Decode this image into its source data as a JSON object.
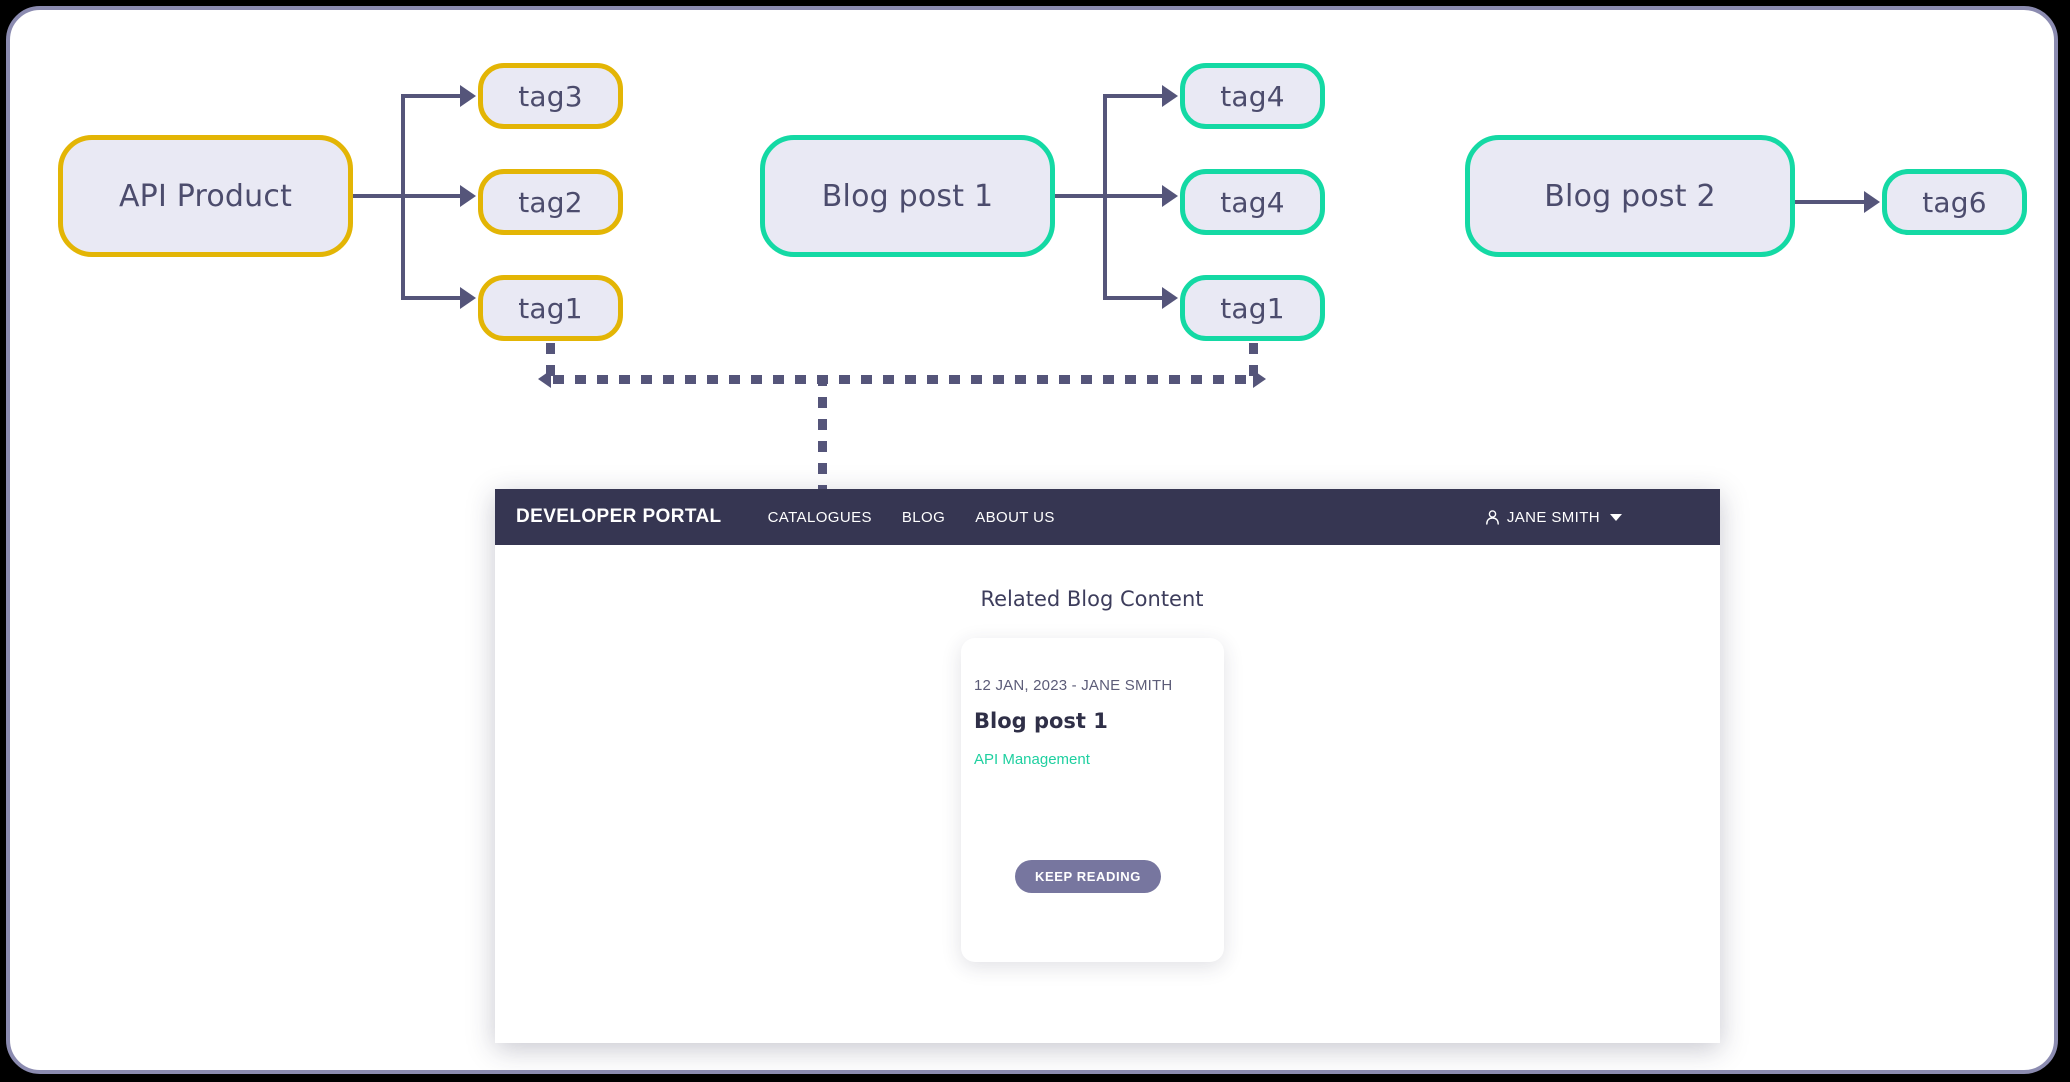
{
  "diagram": {
    "nodes": [
      {
        "id": "api-product",
        "label": "API Product",
        "accent": "#e3b505",
        "kind": "entity"
      },
      {
        "id": "tag3",
        "label": "tag3",
        "accent": "#e3b505",
        "kind": "tag"
      },
      {
        "id": "tag2",
        "label": "tag2",
        "accent": "#e3b505",
        "kind": "tag"
      },
      {
        "id": "tag1-left",
        "label": "tag1",
        "accent": "#e3b505",
        "kind": "tag"
      },
      {
        "id": "blog-post-1",
        "label": "Blog post 1",
        "accent": "#14d9a4",
        "kind": "entity"
      },
      {
        "id": "tag4-a",
        "label": "tag4",
        "accent": "#14d9a4",
        "kind": "tag"
      },
      {
        "id": "tag4-b",
        "label": "tag4",
        "accent": "#14d9a4",
        "kind": "tag"
      },
      {
        "id": "tag1-right",
        "label": "tag1",
        "accent": "#14d9a4",
        "kind": "tag"
      },
      {
        "id": "blog-post-2",
        "label": "Blog post 2",
        "accent": "#14d9a4",
        "kind": "entity"
      },
      {
        "id": "tag6",
        "label": "tag6",
        "accent": "#14d9a4",
        "kind": "tag"
      }
    ],
    "colors": {
      "node_fill": "#e9e9f4",
      "node_text": "#4c4c6d",
      "connector": "#55557a",
      "yellow_accent": "#e3b505",
      "teal_accent": "#14d9a4"
    }
  },
  "portal": {
    "brand": "DEVELOPER PORTAL",
    "nav": [
      {
        "label": "CATALOGUES"
      },
      {
        "label": "BLOG"
      },
      {
        "label": "ABOUT US"
      }
    ],
    "user": {
      "icon": "person-icon",
      "name": "JANE SMITH",
      "caret": "chevron-down-icon"
    },
    "header_bg": "#363652",
    "section_title": "Related Blog Content",
    "card": {
      "meta": "12 JAN, 2023 - JANE SMITH",
      "title": "Blog post 1",
      "tag": "API Management",
      "tag_color": "#1fd0a0",
      "button_label": "KEEP READING",
      "button_color": "#77769f"
    }
  }
}
